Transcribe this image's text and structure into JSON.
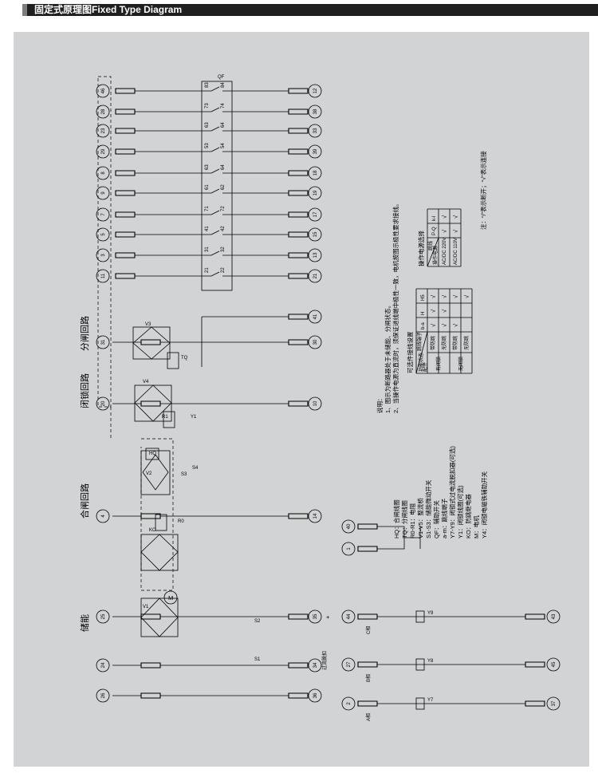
{
  "header": {
    "title": "固定式原理图Fixed Type Diagram"
  },
  "bus_terminals": [
    {
      "left": "46",
      "right": "12"
    },
    {
      "left": "28",
      "right": "38"
    },
    {
      "left": "23",
      "right": "33"
    },
    {
      "left": "29",
      "right": "39"
    },
    {
      "left": "8",
      "right": "18"
    },
    {
      "left": "9",
      "right": "19"
    },
    {
      "left": "7",
      "right": "17"
    },
    {
      "left": "5",
      "right": "15"
    },
    {
      "left": "3",
      "right": "13"
    },
    {
      "left": "11",
      "right": "21"
    }
  ],
  "aux_switch_top": [
    "83",
    "73",
    "63",
    "53",
    "63",
    "61",
    "71",
    "41",
    "31",
    "21"
  ],
  "aux_switch_bottom": [
    "84",
    "74",
    "64",
    "54",
    "64",
    "62",
    "72",
    "42",
    "32",
    "22"
  ],
  "qf_label": "QF",
  "circuits": {
    "open": "分闸回路",
    "lock": "闭锁回路",
    "close": "合闸回路",
    "store": "储能"
  },
  "terminals": {
    "t31": "31",
    "t41": "41",
    "t30": "30",
    "t20": "20",
    "t10": "10",
    "t4": "4",
    "t14": "14",
    "t25": "25",
    "t35": "35",
    "t24": "24",
    "t34": "34",
    "t26": "26",
    "t36": "36",
    "t40": "40",
    "t1": "1",
    "t44": "44",
    "t43": "43",
    "t27": "27",
    "t45": "45",
    "t2": "2",
    "t37": "37",
    "plus": "+"
  },
  "components": {
    "V3": "V3",
    "TQ": "TQ",
    "V4": "V4",
    "Y1": "Y1",
    "R1": "R1",
    "V2": "V2",
    "HQ": "HQ",
    "S3": "S3",
    "S4": "S4",
    "S1": "S1",
    "S2": "S2",
    "V1": "V1",
    "M": "M",
    "KO": "KO",
    "R0": "R0",
    "Y7": "Y7",
    "Y8": "Y8",
    "Y9": "Y9",
    "phaseA": "A相",
    "phaseB": "B相",
    "phaseC": "C相",
    "overcurrent": "过流脱扣"
  },
  "legend": [
    "HQ：合闸线圈",
    "TQ：分闸线圈",
    "R0-R1：电阻",
    "V1-V5：整流桥",
    "S1-S3：储能微动开关",
    "QF：辅助开关",
    "a-m：跳线端子",
    "Y7-Y9：闭锁式过电流脱扣器(可选)",
    "Y1：闭锁线圈(可选)",
    "KO：防跳继电器",
    "M：电机",
    "Y4：闭锁电磁铁辅助开关"
  ],
  "notes": [
    "说明：",
    "1、图示为断路器处于未储能、分闸状态。",
    "2、当操作电源为直流时，须保证进线端中极性一致，电机按图示极性要求接线。"
  ],
  "jumper_table": {
    "title": "可选件接线设置",
    "corner_row": "跳线端子",
    "corner_col1": "功能状态",
    "corner_col2": "配件",
    "headers": [
      "b-a",
      "H",
      "H5"
    ],
    "rows": [
      {
        "group": "有闭锁",
        "sub": "带防跳",
        "cells": [
          "√",
          "√",
          "√"
        ]
      },
      {
        "group": "有闭锁",
        "sub": "无防跳",
        "cells": [
          "√",
          "√",
          "√"
        ]
      },
      {
        "group": "无闭锁",
        "sub": "带防跳",
        "cells": [
          "√",
          "",
          "√"
        ]
      },
      {
        "group": "无闭锁",
        "sub": "无防跳",
        "cells": [
          "",
          "",
          "√"
        ]
      }
    ]
  },
  "power_table": {
    "title": "操作电源选择",
    "corner_row": "跳线",
    "corner_col": "操作电源",
    "headers": [
      "P-Q",
      "k-l"
    ],
    "rows": [
      {
        "label": "AC/DC 220V",
        "cells": [
          "√",
          "√"
        ]
      },
      {
        "label": "AC/DC 110V",
        "cells": [
          "√",
          "√"
        ]
      }
    ]
  },
  "footnote": "注：“/”表示断开；“√”表示连接"
}
